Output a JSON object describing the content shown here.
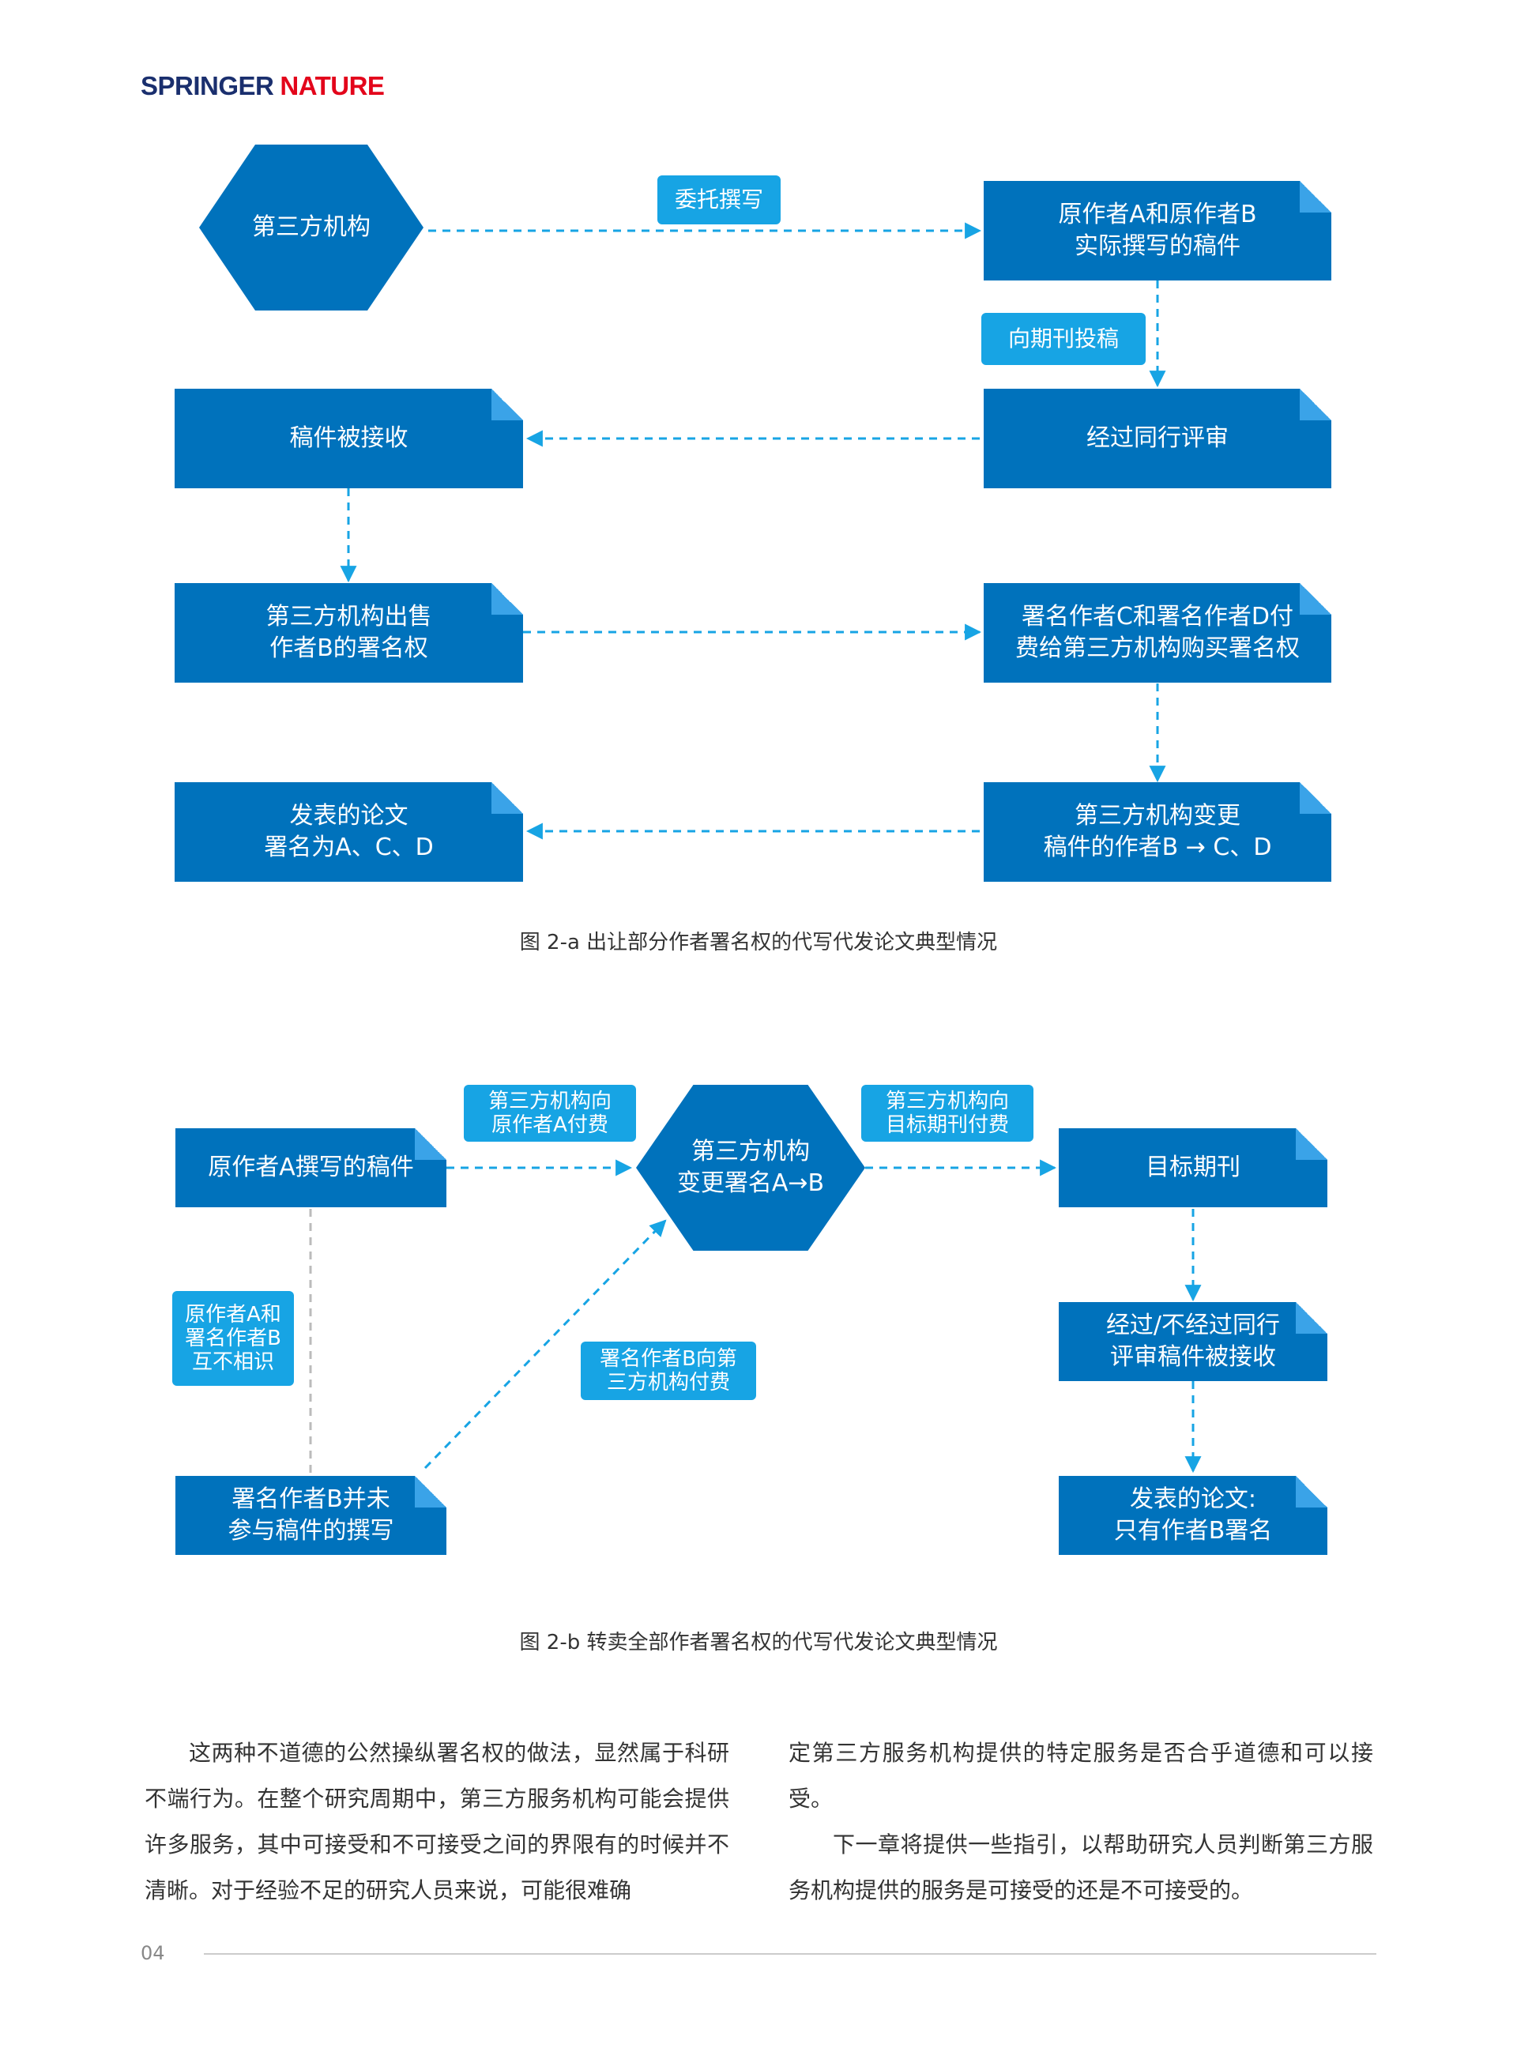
{
  "header": {
    "logo_part1": "SPRINGER",
    "logo_part2": "NATURE"
  },
  "figure_a": {
    "third_party": "第三方机构",
    "commission_label": "委托撰写",
    "original_manuscript": "原作者A和原作者B\n实际撰写的稿件",
    "submit_label": "向期刊投稿",
    "peer_review": "经过同行评审",
    "accepted": "稿件被接收",
    "sell_authorship": "第三方机构出售\n作者B的署名权",
    "buy_authorship": "署名作者C和署名作者D付\n费给第三方机构购买署名权",
    "change_author": "第三方机构变更\n稿件的作者B → C、D",
    "published": "发表的论文\n署名为A、C、D",
    "caption": "图 2-a   出让部分作者署名权的代写代发论文典型情况"
  },
  "figure_b": {
    "original_manuscript": "原作者A撰写的稿件",
    "pay_original_label": "第三方机构向\n原作者A付费",
    "third_party_change": "第三方机构\n变更署名A→B",
    "pay_journal_label": "第三方机构向\n目标期刊付费",
    "target_journal": "目标期刊",
    "not_acquainted_label": "原作者A和\n署名作者B\n互不相识",
    "author_b_pays_label": "署名作者B向第\n三方机构付费",
    "author_b_not_involved": "署名作者B并未\n参与稿件的撰写",
    "accepted": "经过/不经过同行\n评审稿件被接收",
    "published": "发表的论文:\n只有作者B署名",
    "caption": "图 2-b 转卖全部作者署名权的代写代发论文典型情况"
  },
  "body_text": {
    "col1_p1": "这两种不道德的公然操纵署名权的做法，显然属于科研不端行为。在整个研究周期中，第三方服务机构可能会提供许多服务，其中可接受和不可接受之间的界限有的时候并不清晰。对于经验不足的研究人员来说，可能很难确",
    "col2_p1": "定第三方服务机构提供的特定服务是否合乎道德和可以接受。",
    "col2_p2": "下一章将提供一些指引，以帮助研究人员判断第三方服务机构提供的服务是可接受的还是不可接受的。"
  },
  "footer": {
    "page_number": "04"
  },
  "colors": {
    "box": "#0072bc",
    "tag": "#17a4e4",
    "arrow": "#17a4e4",
    "connector": "#bbbbbb",
    "logo_navy": "#1a2f6e",
    "logo_red": "#e3051b"
  }
}
